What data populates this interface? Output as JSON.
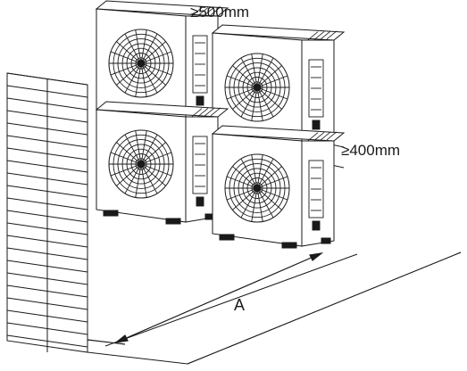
{
  "labels": {
    "top_clearance": "≥500mm",
    "side_clearance": "≥400mm",
    "front_distance": "A"
  },
  "units": [
    {
      "position": "top-left"
    },
    {
      "position": "top-right"
    },
    {
      "position": "bottom-left"
    },
    {
      "position": "bottom-right"
    }
  ],
  "colors": {
    "line": "#1a1a1a",
    "background": "#ffffff"
  }
}
